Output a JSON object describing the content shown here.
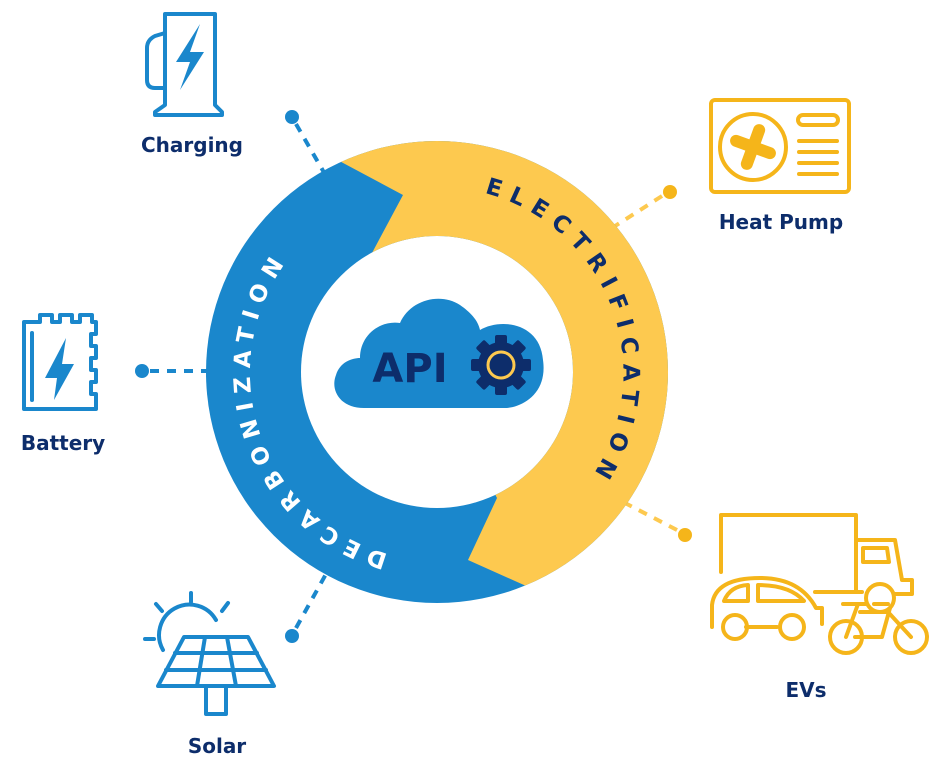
{
  "diagram": {
    "center": {
      "label": "API",
      "icon": "cloud-gear-icon"
    },
    "ring": {
      "left_label": "DECARBONIZATION",
      "right_label": "ELECTRIFICATION"
    },
    "nodes": [
      {
        "label": "Charging",
        "icon": "charging-station-icon",
        "group": "decarbonization"
      },
      {
        "label": "Battery",
        "icon": "battery-icon",
        "group": "decarbonization"
      },
      {
        "label": "Solar",
        "icon": "solar-panel-icon",
        "group": "decarbonization"
      },
      {
        "label": "Heat Pump",
        "icon": "heat-pump-icon",
        "group": "electrification"
      },
      {
        "label": "EVs",
        "icon": "electric-vehicles-icon",
        "group": "electrification"
      }
    ]
  },
  "colors": {
    "blue": "#1a87cc",
    "yellow": "#fdc94f",
    "icon_yellow": "#f5b51a",
    "navy": "#0d2d6b"
  }
}
